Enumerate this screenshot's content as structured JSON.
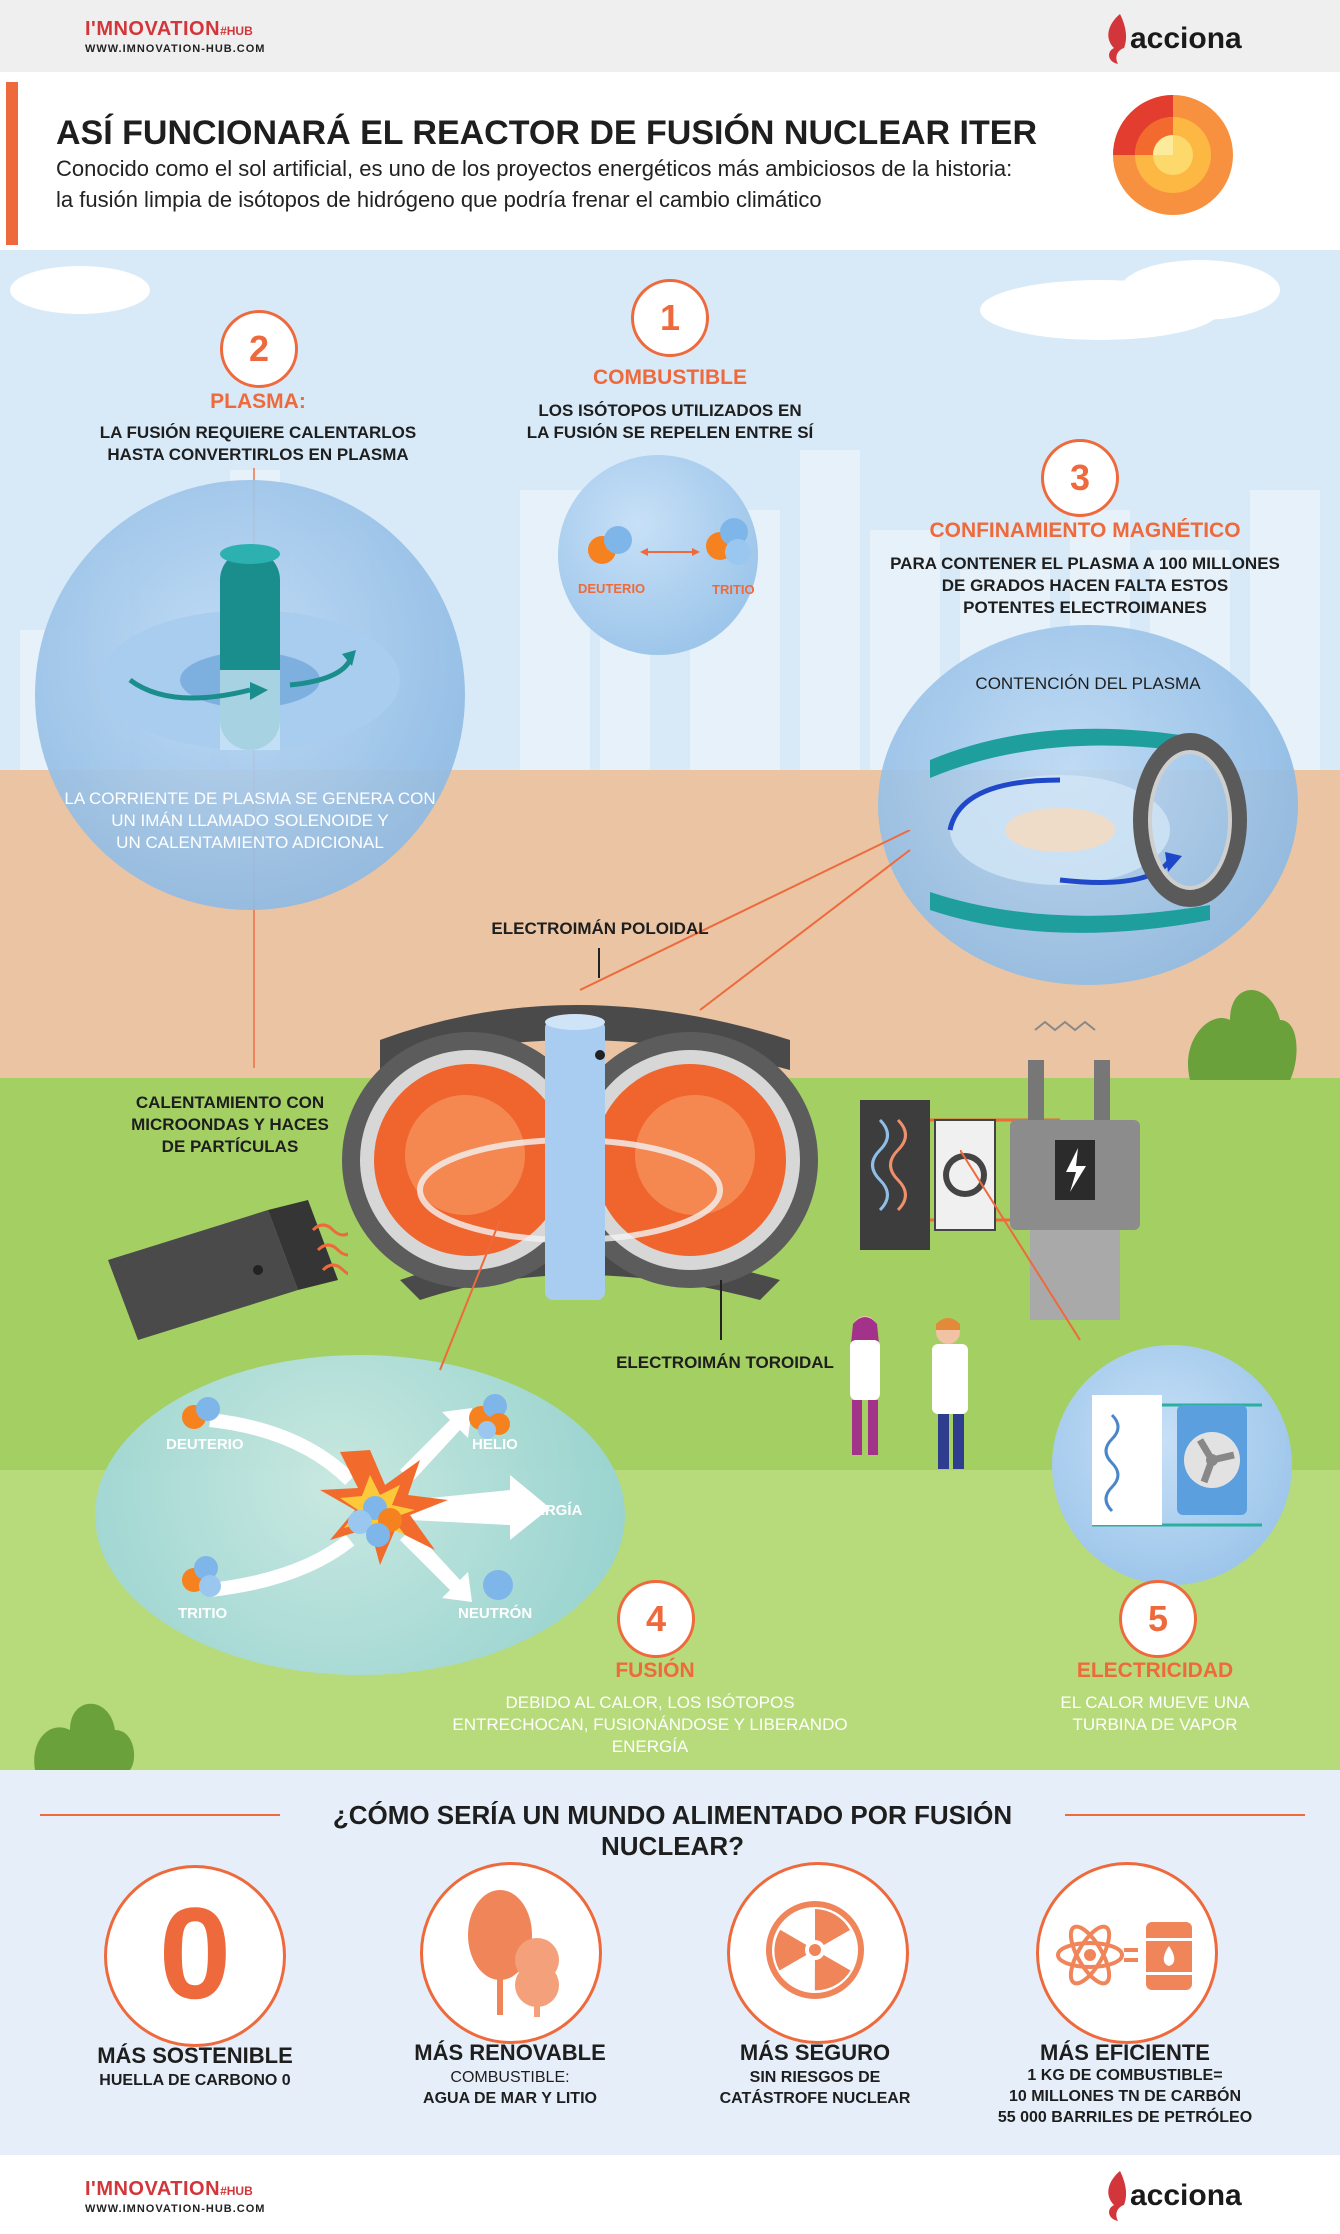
{
  "brand": {
    "imnovation_logo_main": "I'MNOVATION",
    "imnovation_logo_tag": "#HUB",
    "imnovation_url": "WWW.IMNOVATION-HUB.COM",
    "acciona_logo": "acciona"
  },
  "header": {
    "title": "ASÍ FUNCIONARÁ EL REACTOR DE FUSIÓN NUCLEAR ITER",
    "subtitle_line1": "Conocido como el sol artificial, es uno de los proyectos energéticos más ambiciosos de la historia:",
    "subtitle_line2": "la fusión limpia de isótopos de hidrógeno que podría frenar el cambio climático"
  },
  "steps": {
    "s1": {
      "number": "1",
      "title": "COMBUSTIBLE",
      "text_line1": "LOS ISÓTOPOS UTILIZADOS EN",
      "text_line2": "LA FUSIÓN SE REPELEN ENTRE SÍ",
      "label_a": "DEUTERIO",
      "label_b": "TRITIO"
    },
    "s2": {
      "number": "2",
      "title": "PLASMA:",
      "text_line1": "LA FUSIÓN REQUIERE CALENTARLOS",
      "text_line2": "HASTA CONVERTIRLOS EN PLASMA",
      "bubble_line1": "LA CORRIENTE DE PLASMA SE GENERA CON",
      "bubble_line2": "UN IMÁN LLAMADO SOLENOIDE Y",
      "bubble_line3": "UN CALENTAMIENTO ADICIONAL"
    },
    "s3": {
      "number": "3",
      "title": "CONFINAMIENTO MAGNÉTICO",
      "text_line1": "PARA CONTENER EL PLASMA A 100 MILLONES",
      "text_line2": "DE GRADOS HACEN FALTA ESTOS",
      "text_line3": "POTENTES ELECTROIMANES",
      "bubble_label": "CONTENCIÓN DEL PLASMA"
    },
    "s4": {
      "number": "4",
      "title": "FUSIÓN",
      "text_line1": "DEBIDO AL CALOR, LOS ISÓTOPOS",
      "text_line2": "ENTRECHOCAN, FUSIONÁNDOSE Y LIBERANDO ENERGÍA",
      "label_deuterio": "DEUTERIO",
      "label_tritio": "TRITIO",
      "label_helio": "HELIO",
      "label_energia": "ENERGÍA",
      "label_neutron": "NEUTRÓN"
    },
    "s5": {
      "number": "5",
      "title": "ELECTRICIDAD",
      "text_line1": "EL CALOR MUEVE UNA",
      "text_line2": "TURBINA DE VAPOR"
    }
  },
  "reactor_labels": {
    "poloidal": "ELECTROIMÁN POLOIDAL",
    "toroidal": "ELECTROIMÁN TOROIDAL",
    "heating_line1": "CALENTAMIENTO CON",
    "heating_line2": "MICROONDAS Y HACES",
    "heating_line3": "DE PARTÍCULAS"
  },
  "world": {
    "heading": "¿CÓMO SERÍA UN MUNDO ALIMENTADO POR FUSIÓN NUCLEAR?",
    "benefits": [
      {
        "icon": "zero-icon",
        "icon_text": "0",
        "title": "MÁS SOSTENIBLE",
        "line1": "HUELLA DE CARBONO 0",
        "line2": "",
        "line3": ""
      },
      {
        "icon": "tree-icon",
        "title": "MÁS RENOVABLE",
        "line1": "COMBUSTIBLE:",
        "line2": "AGUA DE MAR Y LITIO",
        "line3": ""
      },
      {
        "icon": "radiation-icon",
        "title": "MÁS SEGURO",
        "line1": "SIN RIESGOS DE",
        "line2": "CATÁSTROFE NUCLEAR",
        "line3": ""
      },
      {
        "icon": "atom-equals-barrel-icon",
        "title": "MÁS EFICIENTE",
        "line1": "1 KG DE COMBUSTIBLE=",
        "line2": "10 MILLONES TN DE CARBÓN",
        "line3": "55 000 BARRILES DE PETRÓLEO"
      }
    ]
  },
  "colors": {
    "accent": "#ee6a3c",
    "sky": "#d6e9f7",
    "ground": "#eac3a2",
    "grass": "#9ccc5a",
    "lower_band": "#e4eef8"
  }
}
